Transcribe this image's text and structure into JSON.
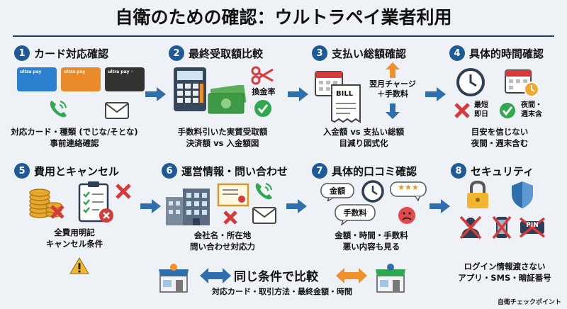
{
  "title": "自衛のための確認：ウルトラペイ業者利用",
  "steps": [
    {
      "num": "1",
      "title": "カード対応確認",
      "caption_1": "対応カード・種類 (でじな/そとな)",
      "caption_2": "事前連絡確認"
    },
    {
      "num": "2",
      "title": "最終受取額比較",
      "caption_1": "手数料引いた実質受取額",
      "caption_2": "決済額 vs 入金額図",
      "badge": "換金率"
    },
    {
      "num": "3",
      "title": "支払い総額確認",
      "caption_1": "入金額 vs 支払い総額",
      "caption_2": "目減り図式化",
      "note_1": "翌月チャージ",
      "note_2": "＋手数料",
      "bill": "BILL"
    },
    {
      "num": "4",
      "title": "具体的時間確認",
      "caption_1": "目安を信じない",
      "caption_2": "夜間・週末含む",
      "label_a_1": "最短",
      "label_a_2": "即日",
      "label_b_1": "夜間・",
      "label_b_2": "週末含"
    },
    {
      "num": "5",
      "title": "費用とキャンセル",
      "caption_1": "全費用明記",
      "caption_2": "キャンセル条件"
    },
    {
      "num": "6",
      "title": "運営情報・問い合わせ",
      "caption_1": "会社名・所在地",
      "caption_2": "問い合わせ対応力"
    },
    {
      "num": "7",
      "title": "具体的口コミ確認",
      "caption_1": "金額・時間・手数料",
      "caption_2": "悪い内容も見る",
      "bubble_1": "金額",
      "bubble_2": "手数料",
      "stars": "★★★"
    },
    {
      "num": "8",
      "title": "セキュリティ",
      "caption_1": "ログイン情報渡さない",
      "caption_2": "アプリ・SMS・暗証番号",
      "pin": "PIN"
    }
  ],
  "cards": [
    "ultra pay",
    "ultra pay",
    "ultra pay ◦"
  ],
  "compare": {
    "title": "同じ条件で比較",
    "sub": "対応カード・取引方法・最終金額・時間"
  },
  "footer": "自衛チェックポイント",
  "colors": {
    "accent": "#1f5a96",
    "red": "#d63a3a",
    "green": "#2fa84f",
    "orange": "#f0902a",
    "arrow": "#2f6fab"
  }
}
